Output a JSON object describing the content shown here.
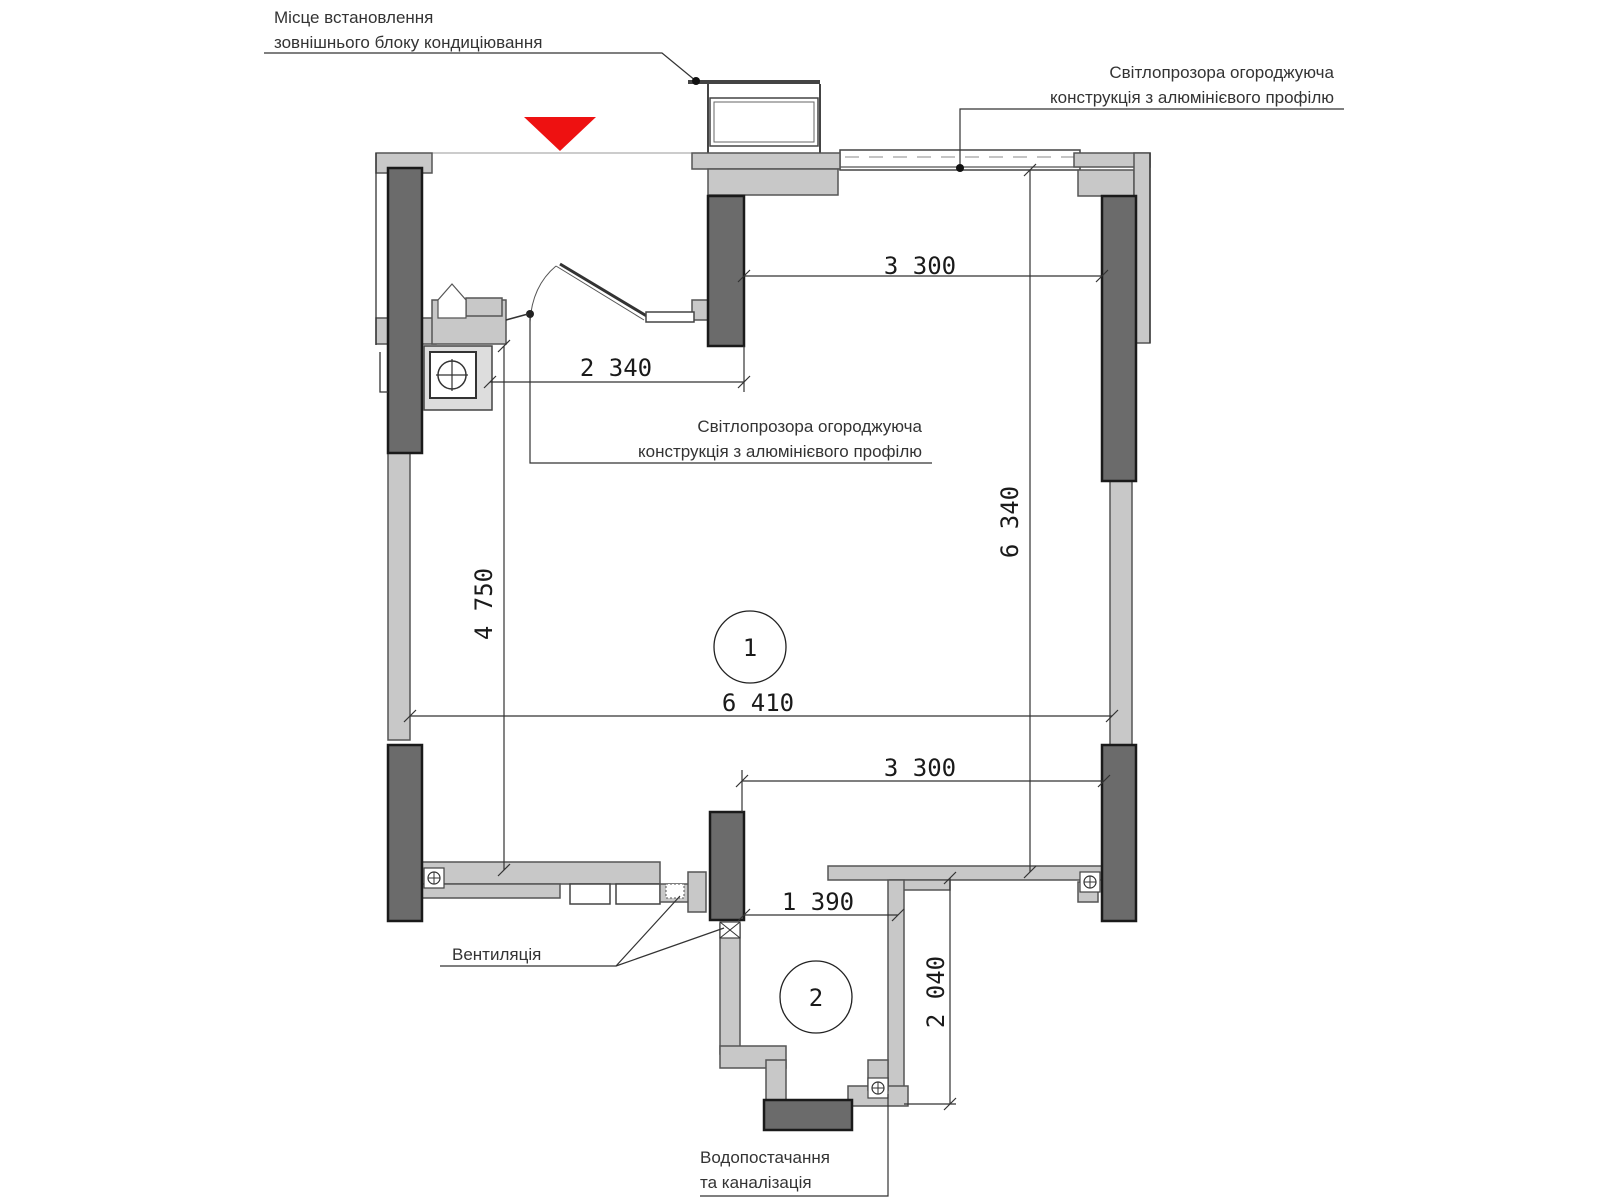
{
  "labels": {
    "ac_unit": [
      "Місце встановлення",
      "зовнішнього блоку кондиціювання"
    ],
    "glazing_top": [
      "Світлопрозора огороджуюча",
      "конструкція з алюмінієвого профілю"
    ],
    "glazing_mid": [
      "Світлопрозора огороджуюча",
      "конструкція з алюмінієвого профілю"
    ],
    "ventilation": "Вентиляція",
    "water": [
      "Водопостачання",
      "та каналізація"
    ]
  },
  "dimensions": {
    "top_width": "3 300",
    "entrance_width": "2 340",
    "room_height": "6 340",
    "left_height": "4 750",
    "room_width": "6 410",
    "lower_width": "3 300",
    "bath_width": "1 390",
    "bath_height": "2 040"
  },
  "rooms": [
    "1",
    "2"
  ],
  "colors": {
    "entrance_marker": "#ee1111",
    "column": "#6b6b6b",
    "wall": "#c8c8c8"
  }
}
